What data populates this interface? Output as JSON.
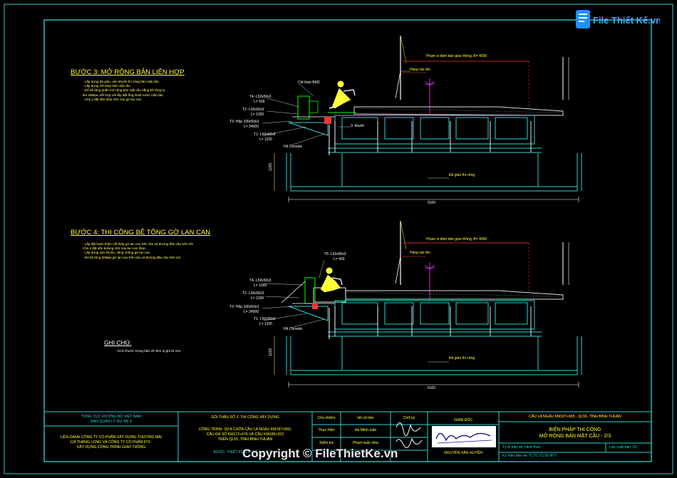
{
  "watermark": {
    "logo_text": "File Thiết Kế.vn",
    "copyright": "Copyright © FileThietKe.vn"
  },
  "step3": {
    "title": "BƯỚC 3: MỞ RỘNG BẢN LIÊN HỢP",
    "notes": [
      "- Lắp dựng đà giáo, ván khuôn thi công bản mặt cầu.",
      "- Lắp dựng cốt thép bản mặt cầu.",
      "- Đổ bê tông phần mở rộng bản mặt cầu bằng bê tông tự",
      "lèn 30Mpa, kết hợp với lắp đặt ống thoát nước mặt cầu.",
      "- Chú ý đặt sẵn thép chờ của gờ lan can."
    ],
    "labels": {
      "limit": "Phạm vi đảm bảo giao thông, B= 4000",
      "fence": "Hàng rào tôn",
      "rebar": "Cốt thép BMC",
      "formwork": "V. khuôn",
      "consoles": "Hệ Console",
      "scaffold": "Đà giáo thi công",
      "t1": "T1- L50x50x5",
      "t1_len": "L= 1100",
      "t2": "T2- L50x50x3",
      "t2_len": "L= 1200",
      "t3": "T3- Hộp 100x50x3",
      "t3_len": "L= 24000",
      "t4": "T4- L50x50x3",
      "t4_len": "L= 500",
      "dim_height": "1225",
      "dim_width": "9100"
    }
  },
  "step4": {
    "title": "BƯỚC 4: THI CÔNG BÊ TÔNG GỜ LAN CAN",
    "notes": [
      "- Lắp đặt hoàn thiện cốt thép gờ lan can trên cầu và đường đầu cầu trên nổi.",
      "Chú ý đặt sẵn bulong chờ của lan can thép.",
      "- Lắp dựng ván khuôn, văng chống gờ lan can.",
      "- Đổ bê tông 30Mpa gờ lan can trên cầu và đường đầu cầu trên nổi."
    ],
    "labels": {
      "limit": "Phạm vi đảm bảo giao thông, B= 4000",
      "fence": "Hàng rào tôn",
      "consoles": "Hệ Console",
      "scaffold": "Đà giáo thi công",
      "t5": "T5- L50x50x3",
      "t5_len": "L= 600",
      "t4": "T4- L50x50x3",
      "t4_len": "L= 1000",
      "t2": "T2- L50x50x3",
      "t2_len": "L= 1200",
      "t3": "T3- Hộp 100x50x3",
      "t3_len": "L= 24000",
      "t1": "T1- L50x50x3",
      "t1_len": "L= 1100",
      "dim_height": "1225",
      "dim_width": "9100"
    }
  },
  "notes_block": {
    "title": "GHI CHÚ:",
    "item": "- Kích thước trong bản vẽ đơn vị ghi là mm."
  },
  "title_block": {
    "owner_line1": "TỔNG CỤC ĐƯỜNG BỘ VIỆT NAM",
    "owner_line2": "BAN QUẢN LÝ DỰ ÁN 4",
    "contractor_line1": "LIÊN DANH CÔNG TY CỔ PHẦN XÂY DỰNG THƯƠNG MẠI",
    "contractor_line2": "118 THĂNG LONG VÀ CÔNG TY CỔ PHẦN 873 -",
    "contractor_line3": "XÂY DỰNG CÔNG TRÌNH GIAO THÔNG",
    "package": "GÓI THẦU SỐ 3: THI CÔNG XÂY DỰNG",
    "project_line1": "CÔNG TRÌNH: SỬA CHỮA CẦU LA NGÂU KM187+665,",
    "project_line2": "CẦU ĐÁ SỐ KM172+675 VÀ CẦU KM185+323",
    "project_line3": "TRÊN QL55, TỈNH BÌNH THUẬN",
    "stage": "BƯỚC: THIẾT KẾ BẢN VẼ THI CÔNG",
    "role1": "Chủ nhiệm",
    "role2": "Thực hiện",
    "role3": "Kiểm tra",
    "name1": "Hồ vũ tiến",
    "name2": "Hà Minh tuấn",
    "name3": "Phạm tuấn Hòa",
    "sign_label": "Chữ ký",
    "director_label": "GIÁM ĐỐC",
    "director_name": "NGUYỄN VĂN HUYẾN",
    "bridge": "CẦU LA NGÂU KM187+665 - QL55, TỈNH BÌNH THUẬN",
    "drawing_title1": "BIỆN PHÁP THI CÔNG",
    "drawing_title2": "MỞ RỘNG BẢN MẶT CẦU - 2/3",
    "ref1": "Tỷ lệ bản vẽ: Hình thức",
    "ref2": "Ký hiệu bản vẽ: TCTC-CL55-BTT",
    "ref3": "Lần xuất bản: 01"
  }
}
